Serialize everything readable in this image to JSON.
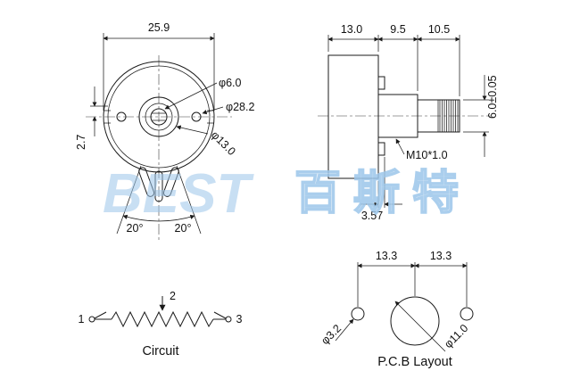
{
  "watermark": {
    "latin": "BEST",
    "cjk": "百斯特",
    "accent_color": "#9cc6ea"
  },
  "front_view": {
    "dim_width": "25.9",
    "dim_offset": "2.7",
    "dim_shaft": "φ6.0",
    "dim_body": "φ28.2",
    "dim_bushing": "φ13.0",
    "angle_left": "20°",
    "angle_right": "20°"
  },
  "side_view": {
    "dim_body_length": "13.0",
    "dim_bushing_length": "9.5",
    "dim_shaft_length": "10.5",
    "dim_shaft_dia": "6.0±0.05",
    "thread": "M10*1.0",
    "dim_tab": "3.57"
  },
  "circuit": {
    "terminal_1": "1",
    "terminal_2": "2",
    "terminal_3": "3",
    "caption": "Circuit"
  },
  "pcb": {
    "dim_left": "13.3",
    "dim_right": "13.3",
    "dim_hole": "φ3.2",
    "dim_center_hole": "φ11.0",
    "caption": "P.C.B Layout"
  }
}
